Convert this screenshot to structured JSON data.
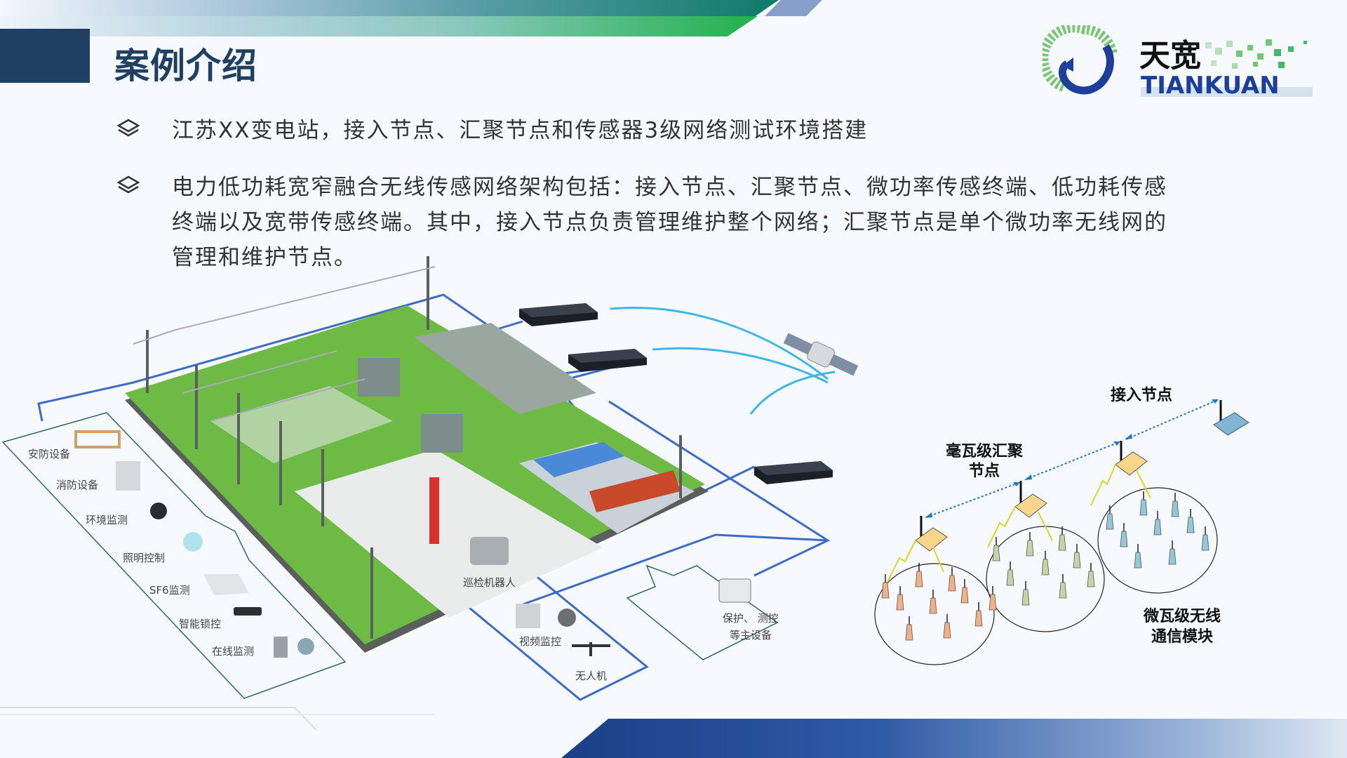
{
  "header": {
    "title": "案例介绍"
  },
  "logo": {
    "cn": "天宽",
    "en": "TIANKUAN"
  },
  "bullets": [
    {
      "icon": "layers-icon",
      "lines": [
        "江苏XX变电站，接入节点、汇聚节点和传感器3级网络测试环境搭建"
      ]
    },
    {
      "icon": "layers-icon",
      "lines": [
        "电力低功耗宽窄融合无线传感网络架构包括：接入节点、汇聚节点、微功率传感终端、低功耗传感",
        "终端以及宽带传感终端。其中，接入节点负责管理维护整个网络；汇聚节点是单个微功率无线网的",
        "管理和维护节点。"
      ]
    }
  ],
  "devices_left": [
    "安防设备",
    "消防设备",
    "环境监测",
    "照明控制",
    "SF6监测",
    "智能锁控",
    "在线监测"
  ],
  "devices_bottom": {
    "robot": "巡检机器人",
    "video": "视频监控",
    "drone": "无人机"
  },
  "protection": [
    "保护、 测控",
    "等主设备"
  ],
  "network": {
    "access_node": "接入节点",
    "aggregation_node": [
      "毫瓦级汇聚",
      "节点"
    ],
    "micro_module": [
      "微瓦级无线",
      "通信模块"
    ]
  },
  "colors": {
    "navy": "#1f3f63",
    "green": "#22b14c",
    "line_blue": "#3d6bc8",
    "arrow_blue": "#1e78c8"
  }
}
